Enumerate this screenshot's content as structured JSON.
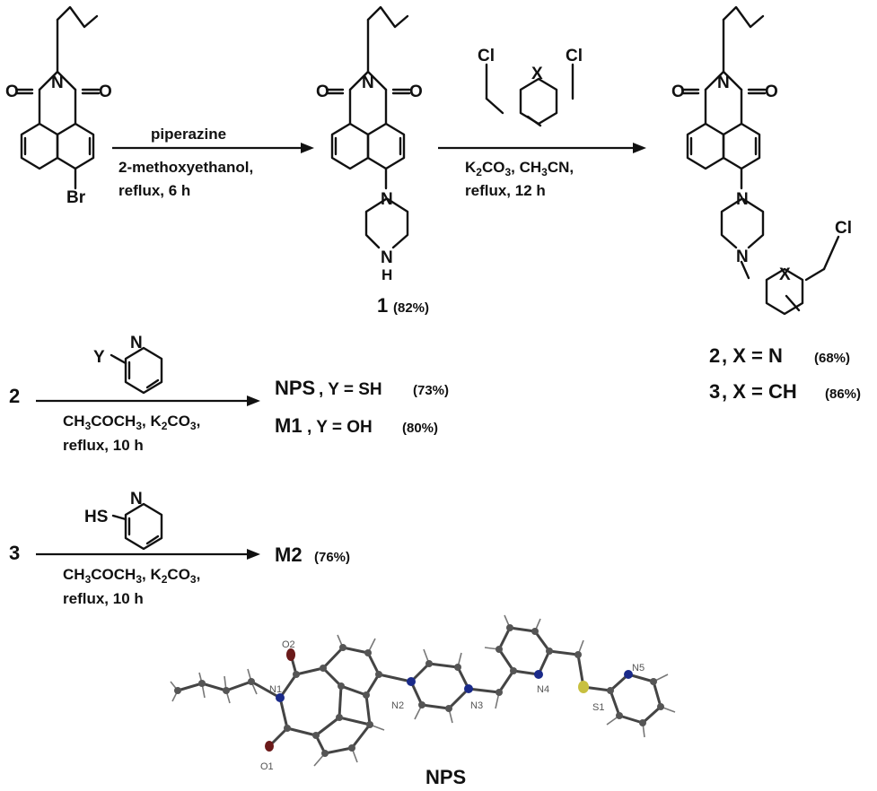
{
  "atoms": {
    "O": "O",
    "N": "N",
    "Br": "Br",
    "Cl": "Cl",
    "X": "X",
    "H": "H",
    "Y": "Y",
    "HS": "HS"
  },
  "reaction1": {
    "reagent": "piperazine",
    "conditions_1": "2-methoxyethanol,",
    "conditions_2": "reflux, 6 h"
  },
  "product1": {
    "label": "1",
    "yield": "(82%)"
  },
  "reaction2": {
    "conditions_1a": "K",
    "conditions_1b": "2",
    "conditions_1c": "CO",
    "conditions_1d": "3",
    "conditions_1e": ", CH",
    "conditions_1f": "3",
    "conditions_1g": "CN,",
    "conditions_2": "reflux, 12 h"
  },
  "product2": {
    "label": "2",
    "desc": ", X = N",
    "yield": "(68%)"
  },
  "product3": {
    "label": "3",
    "desc": ", X = CH",
    "yield": "(86%)"
  },
  "reaction3": {
    "start": "2",
    "cond_a": "CH",
    "cond_b": "3",
    "cond_c": "COCH",
    "cond_d": "3",
    "cond_e": ", K",
    "cond_f": "2",
    "cond_g": "CO",
    "cond_h": "3",
    "cond_i": ",",
    "conditions_2": "reflux, 10 h"
  },
  "nps": {
    "label": "NPS",
    "desc": ", Y = SH",
    "yield": "(73%)"
  },
  "m1": {
    "label": "M1",
    "desc": ", Y = OH",
    "yield": "(80%)"
  },
  "reaction4": {
    "start": "3",
    "conditions_2": "reflux, 10 h"
  },
  "m2": {
    "label": "M2",
    "yield": "(76%)"
  },
  "crystal": {
    "title": "NPS",
    "labels": [
      "O2",
      "N1",
      "O1",
      "N2",
      "N3",
      "N4",
      "N5",
      "S1"
    ]
  },
  "colors": {
    "oxygen": "#6b1a1a",
    "nitrogen": "#1a2a8a",
    "sulfur": "#c8c040"
  }
}
